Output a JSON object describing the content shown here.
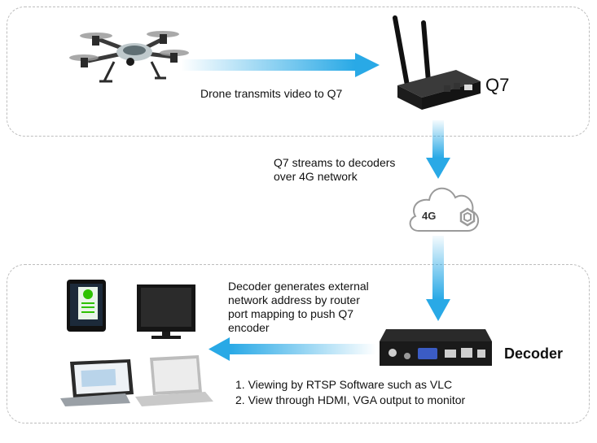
{
  "labels": {
    "drone_transmits": "Drone transmits video to Q7",
    "q7_name": "Q7",
    "streams_line1": "Q7 streams to decoders",
    "streams_line2": "over  4G network",
    "cloud_badge": "4G",
    "decoder_gen_line1": "Decoder generates external",
    "decoder_gen_line2": "network address by router",
    "decoder_gen_line3": "port mapping to push Q7",
    "decoder_gen_line4": "encoder",
    "decoder_name": "Decoder",
    "view_option1": "1. Viewing by RTSP Software such as VLC",
    "view_option2": "2. View through HDMI, VGA output to monitor"
  },
  "colors": {
    "arrow_blue": "#29a9e6",
    "panel_border": "#bdbdbd",
    "device_dark": "#262626",
    "wechat_green": "#2dc100"
  },
  "icons": [
    "drone-icon",
    "q7-encoder-icon",
    "cloud-4g-icon",
    "smartphone-icon",
    "monitor-icon",
    "tablet-icon",
    "laptop-icon",
    "decoder-device-icon"
  ]
}
